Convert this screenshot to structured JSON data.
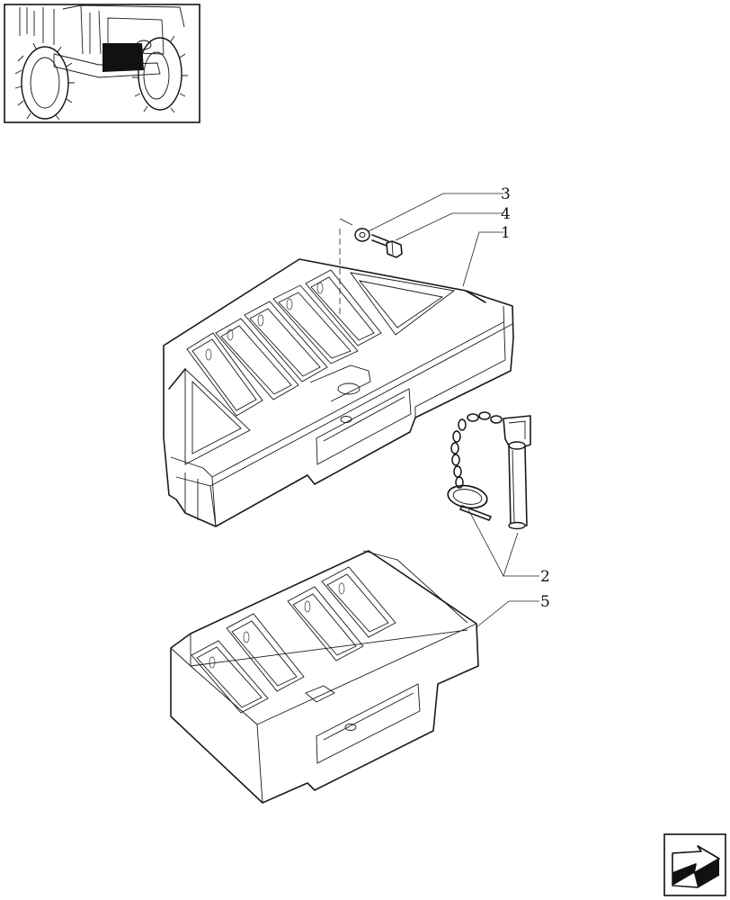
{
  "callouts": [
    {
      "id": "callout-1",
      "number": "1"
    },
    {
      "id": "callout-2",
      "number": "2"
    },
    {
      "id": "callout-3",
      "number": "3"
    },
    {
      "id": "callout-4",
      "number": "4"
    },
    {
      "id": "callout-5",
      "number": "5"
    }
  ],
  "thumbnail": {
    "icon": "tractor-front-view-icon"
  },
  "nav": {
    "icon": "next-page-arrow-icon"
  }
}
